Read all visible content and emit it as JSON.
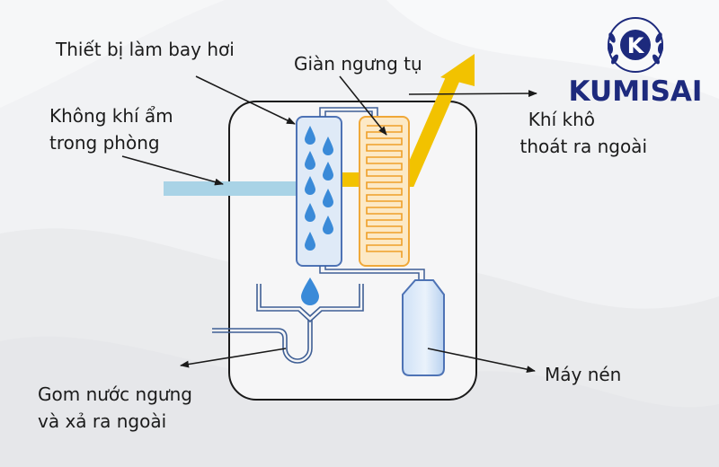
{
  "labels": {
    "evaporator": "Thiết bị làm bay hơi",
    "condenser": "Giàn ngưng tụ",
    "humid_air": [
      "Không khí ẩm",
      "trong phòng"
    ],
    "dry_air": [
      "Khí khô",
      "thoát ra ngoài"
    ],
    "water_drain": [
      "Gom nước ngưng",
      "và xả ra ngoài"
    ],
    "compressor": "Máy nén"
  },
  "brand": {
    "name": "KUMISAI",
    "emblem_letter": "K",
    "color": "#1d2a7d"
  },
  "colors": {
    "outline": "#1a1a1a",
    "humid_air_flow": "#a9d3e6",
    "dry_air_flow": "#f2c200",
    "evaporator_fill": "#dfeaf7",
    "evaporator_border": "#4e73b5",
    "condenser_fill": "#fce9c6",
    "condenser_border": "#f0a838",
    "water_drop": "#3a8ad8",
    "pipe": "#3f5f95"
  }
}
